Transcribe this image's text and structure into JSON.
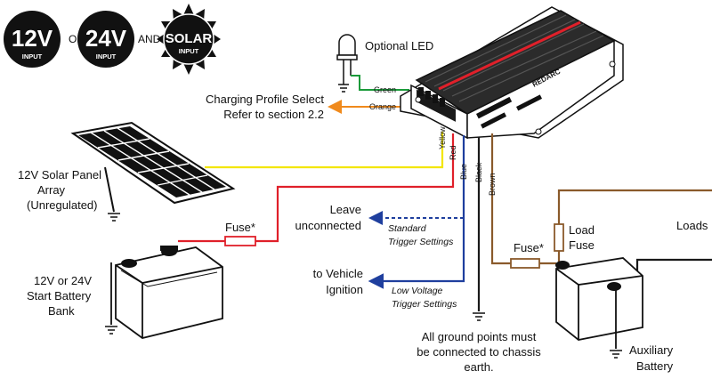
{
  "badges": {
    "v12": {
      "big": "12V",
      "small": "INPUT"
    },
    "or": "OR",
    "v24": {
      "big": "24V",
      "small": "INPUT"
    },
    "and": "AND",
    "solar": {
      "big": "SOLAR",
      "small": "INPUT"
    }
  },
  "labels": {
    "optional_led": "Optional LED",
    "green": "Green",
    "orange": "Orange",
    "charging_profile_line1": "Charging Profile Select",
    "charging_profile_line2": "Refer to section 2.2",
    "solar_line1": "12V Solar Panel",
    "solar_line2": "Array",
    "solar_line3": "(Unregulated)",
    "fuse_left": "Fuse*",
    "start_batt_line1": "12V or 24V",
    "start_batt_line2": "Start Battery",
    "start_batt_line3": "Bank",
    "leave_line1": "Leave",
    "leave_line2": "unconnected",
    "standard_line1": "Standard",
    "standard_line2": "Trigger Settings",
    "ignition_line1": "to Vehicle",
    "ignition_line2": "Ignition",
    "lowv_line1": "Low Voltage",
    "lowv_line2": "Trigger Settings",
    "yellow": "Yellow",
    "red": "Red",
    "blue": "Blue",
    "black": "Black",
    "brown": "Brown",
    "ground_line1": "All ground points must",
    "ground_line2": "be connected to chassis",
    "ground_line3": "earth.",
    "fuse_right": "Fuse*",
    "load_fuse_line1": "Load",
    "load_fuse_line2": "Fuse",
    "loads": "Loads",
    "aux_line1": "Auxiliary",
    "aux_line2": "Battery",
    "device_brand": "REDARC"
  },
  "colors": {
    "yellow": "#f3e600",
    "red": "#e0202a",
    "blue": "#1f3f9e",
    "black": "#1a1a1a",
    "brown": "#8a5a2b",
    "green": "#1a9a3a",
    "orange": "#f08a1c"
  }
}
